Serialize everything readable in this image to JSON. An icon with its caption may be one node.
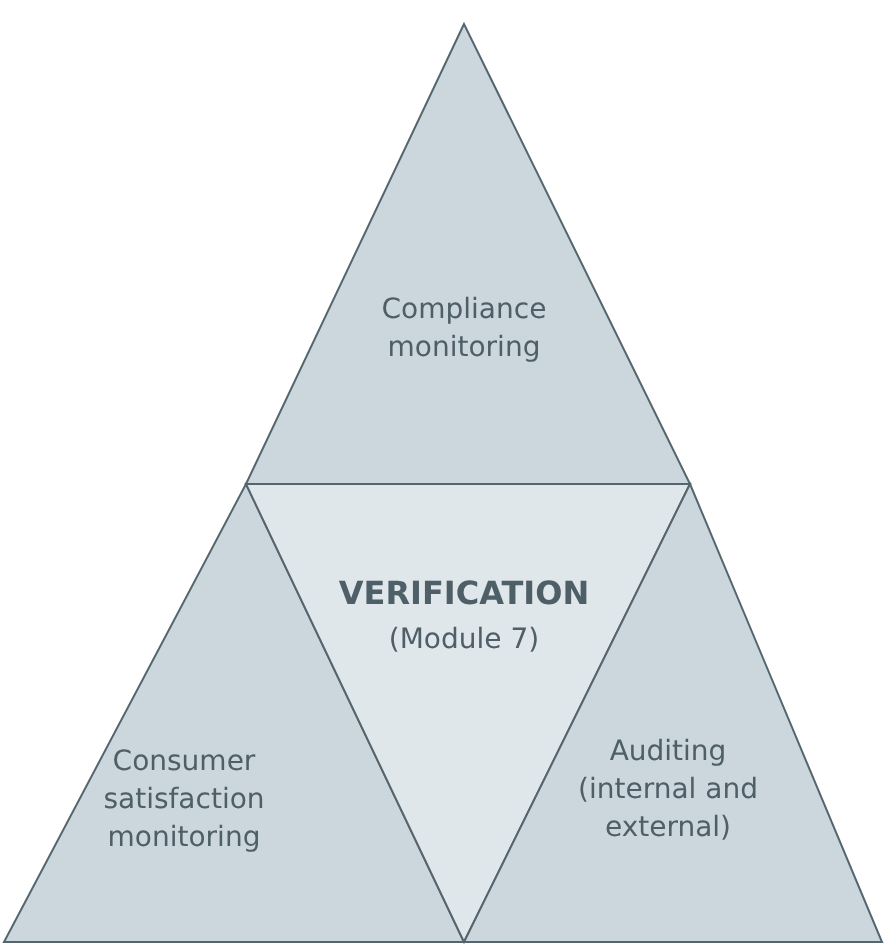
{
  "diagram": {
    "nodes": [
      {
        "text": [
          "Compliance monitoring"
        ]
      },
      {
        "text": [
          "Consumer satisfaction monitoring"
        ]
      },
      {
        "text": [
          "VERIFICATION",
          "(Module 7)"
        ]
      },
      {
        "text": [
          "Auditing (internal and external)"
        ]
      }
    ]
  }
}
